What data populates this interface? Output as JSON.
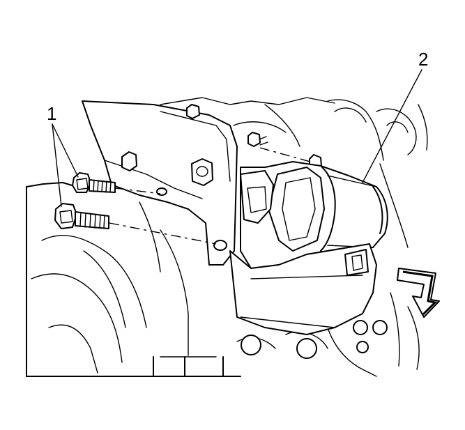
{
  "callouts": [
    {
      "id": "1",
      "label": "1"
    },
    {
      "id": "2",
      "label": "2"
    }
  ],
  "colors": {
    "line": "#000000",
    "background": "#ffffff"
  },
  "icons": {
    "direction": "removal-direction-arrow-icon"
  }
}
